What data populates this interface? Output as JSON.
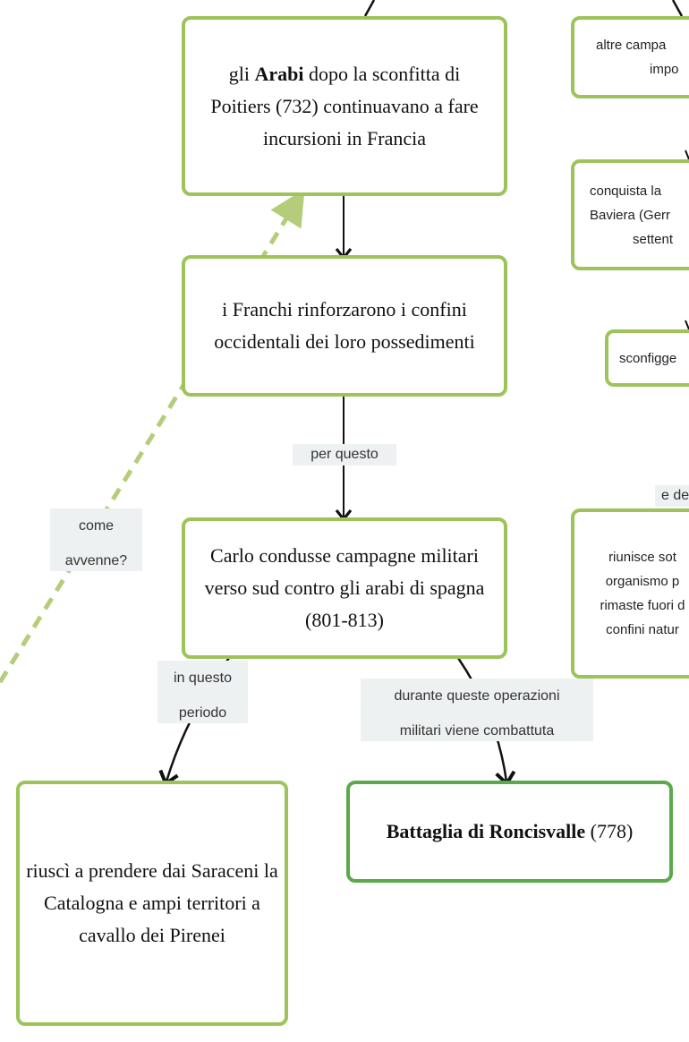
{
  "nodes": {
    "arabi": {
      "bold": "Arabi",
      "pre": "gli ",
      "rest": " dopo la sconfitta di Poitiers (732) continuavano a fare incursioni in Francia"
    },
    "franchi": {
      "text": "i Franchi rinforzarono i confini occidentali dei loro possedimenti"
    },
    "carlo": {
      "text": "Carlo condusse campagne militari verso sud contro gli arabi di spagna (801-813)"
    },
    "riusci": {
      "text": "riuscì a prendere dai Saraceni la Catalogna e ampi territori a cavallo dei Pirenei"
    },
    "roncisvalle": {
      "bold": "Battaglia di Roncisvalle",
      "rest": " (778)"
    },
    "altre": {
      "line1": "altre campa",
      "line2": "impo"
    },
    "conquista": {
      "line1": "conquista la",
      "line2": "Baviera (Gerr",
      "line3": "settent"
    },
    "sconfigge": {
      "text": "sconfigge"
    },
    "riunisce": {
      "line1": "riunisce sot",
      "line2": "organismo p",
      "line3": "rimaste fuori d",
      "line4": "confini natur"
    }
  },
  "labels": {
    "per_questo": "per questo",
    "come_avvenne": {
      "line1": "come",
      "line2": "avvenne?"
    },
    "in_questo_periodo": {
      "line1": "in questo",
      "line2": "periodo"
    },
    "durante": {
      "line1": "durante queste operazioni",
      "line2": "militari viene combattuta"
    },
    "e_de": "e de"
  },
  "colors": {
    "node_border": "#9cc45a",
    "node_border_dark": "#5aa94a",
    "dashed_arrow": "#b5cd7a",
    "label_bg": "#eef1f1"
  }
}
